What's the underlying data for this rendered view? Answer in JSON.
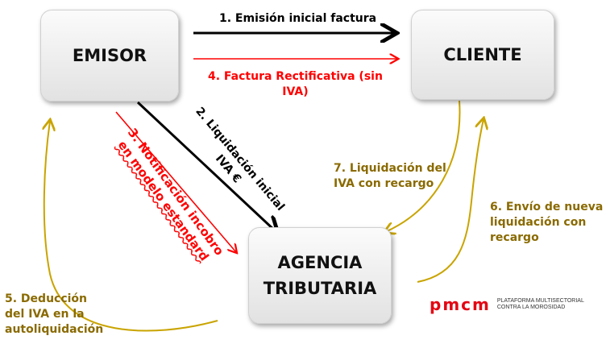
{
  "nodes": {
    "emisor": "EMISOR",
    "cliente": "CLIENTE",
    "agencia_line1": "AGENCIA",
    "agencia_line2": "TRIBUTARIA"
  },
  "steps": {
    "s1": "1.  Emisión inicial factura",
    "s2_line1": "2. Liquidación inicial",
    "s2_line2": "IVA €",
    "s3_line1": "3. Notificación incobro",
    "s3_line2": "en modelo estandard",
    "s4_line1": "4. Factura Rectificativa (sin",
    "s4_line2": "IVA)",
    "s5_line1": "5. Deducción",
    "s5_line2": "del IVA en la",
    "s5_line3": "autoliquidación",
    "s6_line1": "6. Envío de nueva",
    "s6_line2": "liquidación con",
    "s6_line3": "recargo",
    "s7_line1": "7. Liquidación  del",
    "s7_line2": "IVA con recargo"
  },
  "logo": {
    "mark": "pmcm",
    "line1": "PLATAFORMA MULTISECTORIAL",
    "line2": "CONTRA LA MOROSIDAD"
  },
  "colors": {
    "black": "#000000",
    "red": "#ff0000",
    "gold": "#c9a400"
  }
}
